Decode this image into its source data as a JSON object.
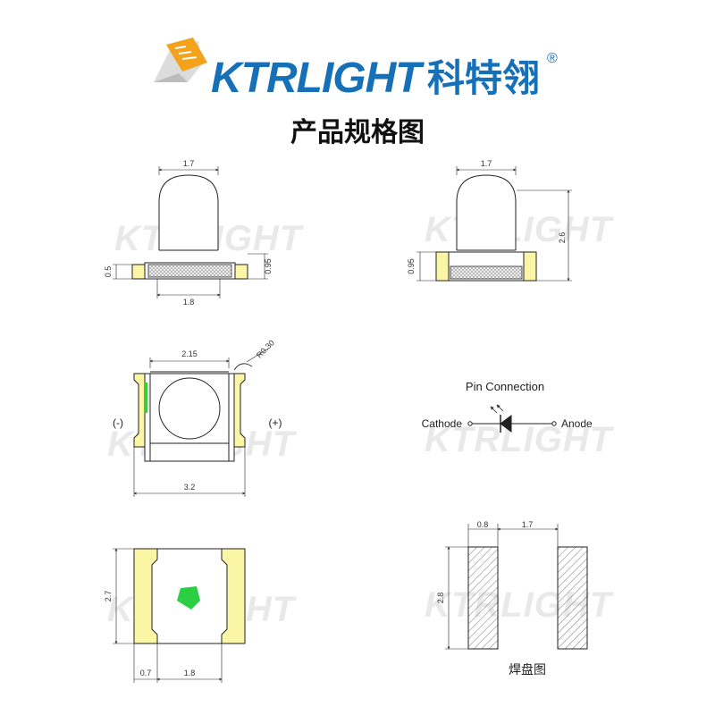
{
  "brand": {
    "name": "KTRLIGHT",
    "name_cn": "科特翎",
    "registered": "®",
    "color_blue": "#1670b8",
    "color_orange": "#f4a21c"
  },
  "title": "产品规格图",
  "watermark": "KTRLIGHT",
  "side_view_1": {
    "top_width": "1.7",
    "base_width": "1.8",
    "left_height": "0.5",
    "right_height": "0.95"
  },
  "side_view_2": {
    "top_width": "1.7",
    "total_height": "2.6",
    "base_height": "0.95"
  },
  "top_view": {
    "inner_width": "2.15",
    "radius": "R0.30",
    "total_width": "3.2",
    "neg": "(-)",
    "pos": "(+)"
  },
  "pin_connection": {
    "title": "Pin Connection",
    "cathode": "Cathode",
    "anode": "Anode"
  },
  "bottom_view": {
    "height": "2.7",
    "pad_width": "0.7",
    "gap_width": "1.8",
    "chip_color": "#2ccf44"
  },
  "solder_pad": {
    "pad_width": "0.8",
    "gap": "1.7",
    "height": "2.8",
    "caption": "焊盘图"
  },
  "colors": {
    "pad_yellow": "#fbf6a6",
    "led_green": "#3ccf3c"
  }
}
